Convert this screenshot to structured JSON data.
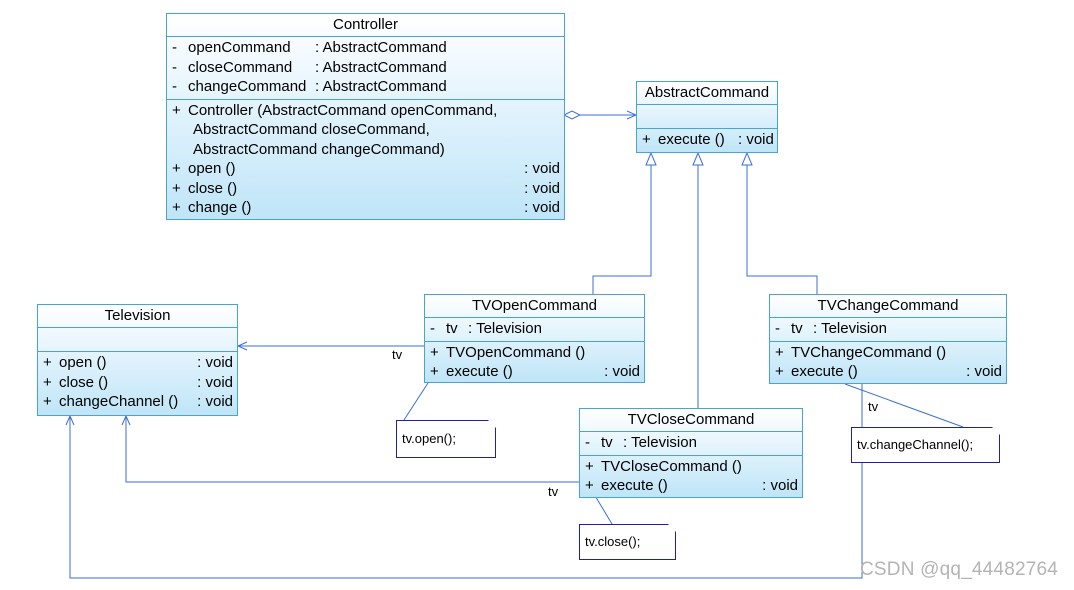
{
  "classes": {
    "controller": {
      "name": "Controller",
      "attributes": [
        {
          "vis": "-",
          "name": "openCommand",
          "type": ": AbstractCommand"
        },
        {
          "vis": "-",
          "name": "closeCommand",
          "type": ": AbstractCommand"
        },
        {
          "vis": "-",
          "name": "changeCommand",
          "type": ": AbstractCommand"
        }
      ],
      "constructor": {
        "vis": "+",
        "line1": "Controller (AbstractCommand openCommand,",
        "line2": "AbstractCommand closeCommand,",
        "line3": "AbstractCommand changeCommand)"
      },
      "operations": [
        {
          "vis": "+",
          "name": "open ()",
          "type": ": void"
        },
        {
          "vis": "+",
          "name": "close ()",
          "type": ": void"
        },
        {
          "vis": "+",
          "name": "change ()",
          "type": ": void"
        }
      ]
    },
    "abstract_command": {
      "name": "AbstractCommand",
      "operations": [
        {
          "vis": "+",
          "name": "execute ()",
          "type": ": void"
        }
      ]
    },
    "television": {
      "name": "Television",
      "operations": [
        {
          "vis": "+",
          "name": "open ()",
          "type": ": void"
        },
        {
          "vis": "+",
          "name": "close ()",
          "type": ": void"
        },
        {
          "vis": "+",
          "name": "changeChannel ()",
          "type": ": void"
        }
      ]
    },
    "tv_open_command": {
      "name": "TVOpenCommand",
      "attributes": [
        {
          "vis": "-",
          "name": "tv",
          "type": ": Television"
        }
      ],
      "operations": [
        {
          "vis": "+",
          "name": "TVOpenCommand ()",
          "type": ""
        },
        {
          "vis": "+",
          "name": "execute ()",
          "type": ": void"
        }
      ]
    },
    "tv_change_command": {
      "name": "TVChangeCommand",
      "attributes": [
        {
          "vis": "-",
          "name": "tv",
          "type": ": Television"
        }
      ],
      "operations": [
        {
          "vis": "+",
          "name": "TVChangeCommand ()",
          "type": ""
        },
        {
          "vis": "+",
          "name": "execute ()",
          "type": ": void"
        }
      ]
    },
    "tv_close_command": {
      "name": "TVCloseCommand",
      "attributes": [
        {
          "vis": "-",
          "name": "tv",
          "type": ": Television"
        }
      ],
      "operations": [
        {
          "vis": "+",
          "name": "TVCloseCommand ()",
          "type": ""
        },
        {
          "vis": "+",
          "name": "execute ()",
          "type": ": void"
        }
      ]
    }
  },
  "notes": {
    "open": "tv.open();",
    "close": "tv.close();",
    "change": "tv.changeChannel();"
  },
  "role_labels": {
    "open": "tv",
    "close": "tv",
    "change": "tv"
  },
  "watermark": "CSDN @qq_44482764",
  "colors": {
    "class_border": "#4aa3d8",
    "class_fill_top": "#ffffff",
    "class_fill_bottom": "#bfe5f8",
    "connector": "#3b6fd6",
    "note_border": "#2020a0"
  }
}
